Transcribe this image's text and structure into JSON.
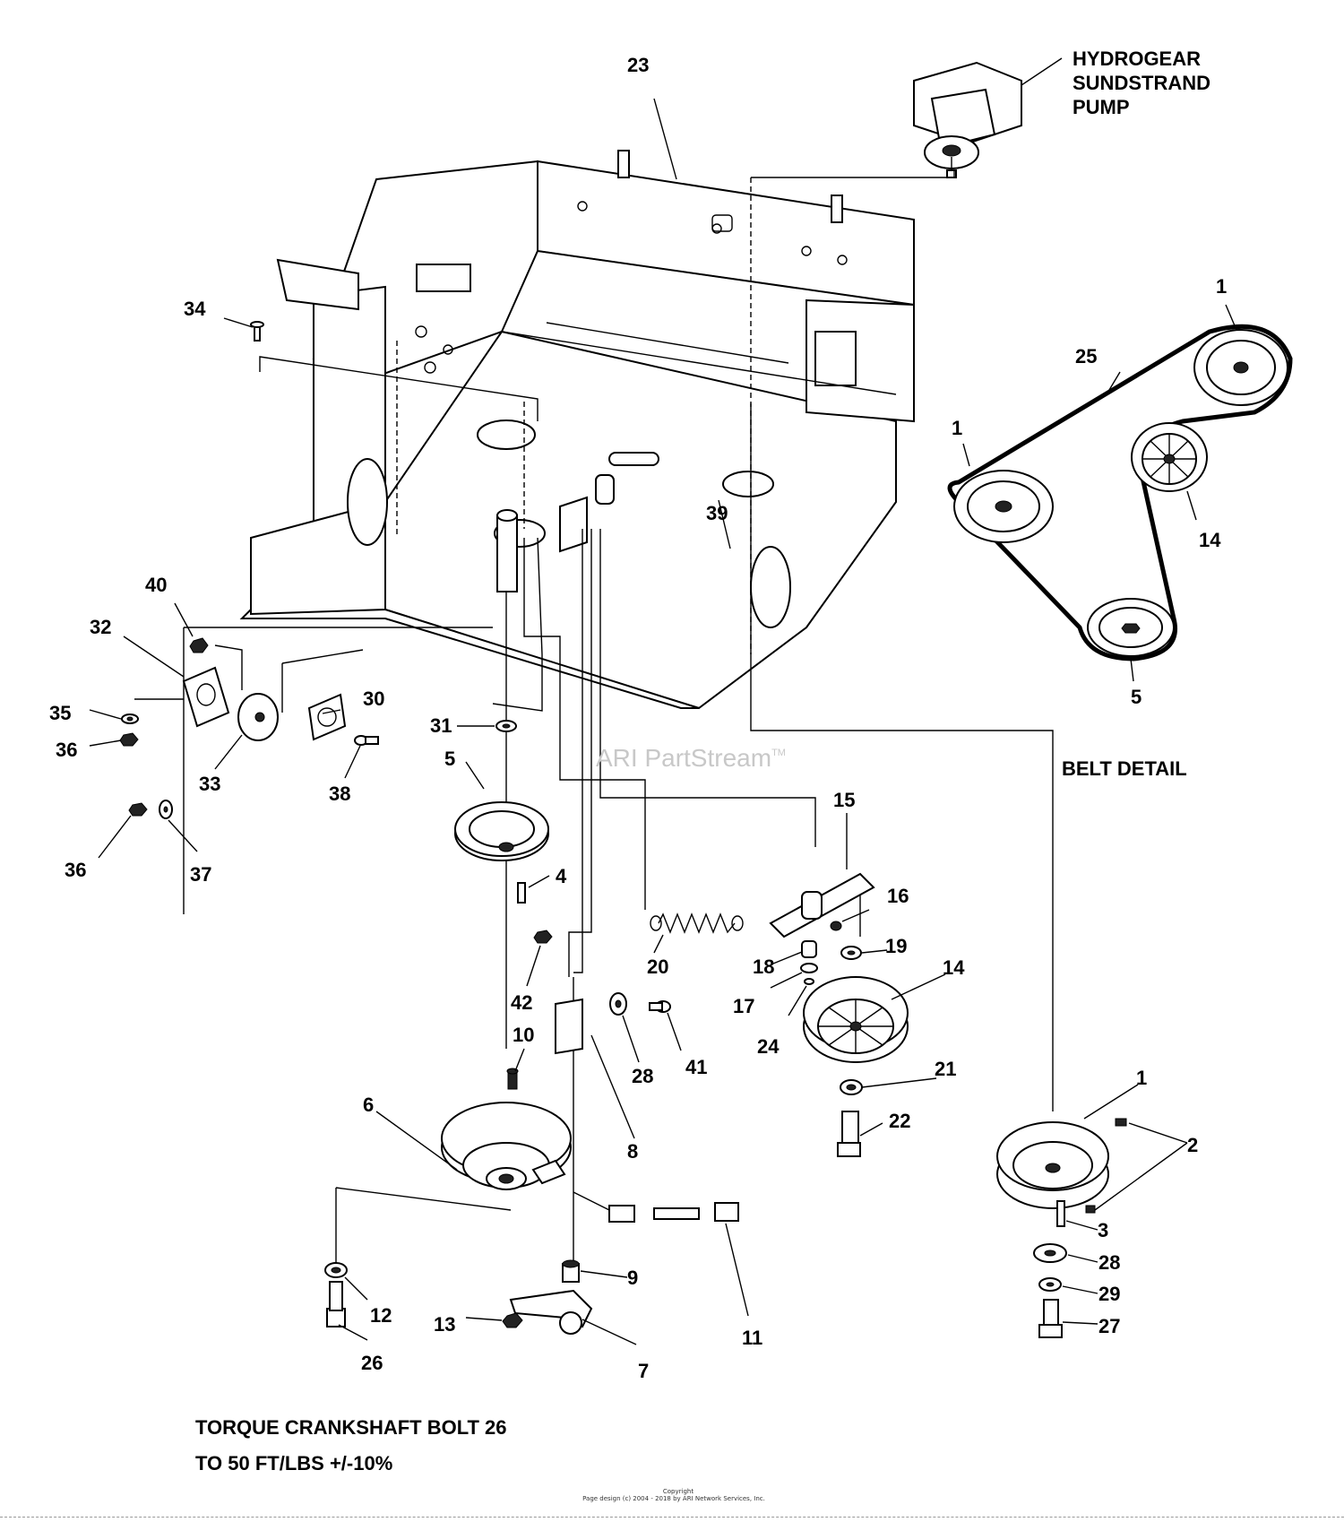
{
  "callouts": {
    "c1": "1",
    "c2": "2",
    "c3": "3",
    "c4": "4",
    "c5": "5",
    "c6": "6",
    "c7": "7",
    "c8": "8",
    "c9": "9",
    "c10": "10",
    "c11": "11",
    "c12": "12",
    "c13": "13",
    "c14": "14",
    "c15": "15",
    "c16": "16",
    "c17": "17",
    "c18": "18",
    "c19": "19",
    "c20": "20",
    "c21": "21",
    "c22": "22",
    "c23": "23",
    "c24": "24",
    "c25": "25",
    "c26": "26",
    "c27": "27",
    "c28": "28",
    "c29": "29",
    "c30": "30",
    "c31": "31",
    "c32": "32",
    "c33": "33",
    "c34": "34",
    "c35": "35",
    "c36": "36",
    "c37": "37",
    "c38": "38",
    "c39": "39",
    "c40": "40",
    "c41": "41",
    "c42": "42"
  },
  "pump_label": {
    "line1": "HYDROGEAR",
    "line2": "SUNDSTRAND",
    "line3": "PUMP"
  },
  "belt_detail_label": "BELT DETAIL",
  "watermark": "ARI PartStream",
  "watermark_tm": "TM",
  "torque_note": {
    "line1": "TORQUE CRANKSHAFT BOLT 26",
    "line2": "TO 50 FT/LBS +/-10%"
  },
  "footer": {
    "line1": "Copyright",
    "line2": "Page design (c) 2004 - 2018 by ARI Network Services, Inc."
  }
}
